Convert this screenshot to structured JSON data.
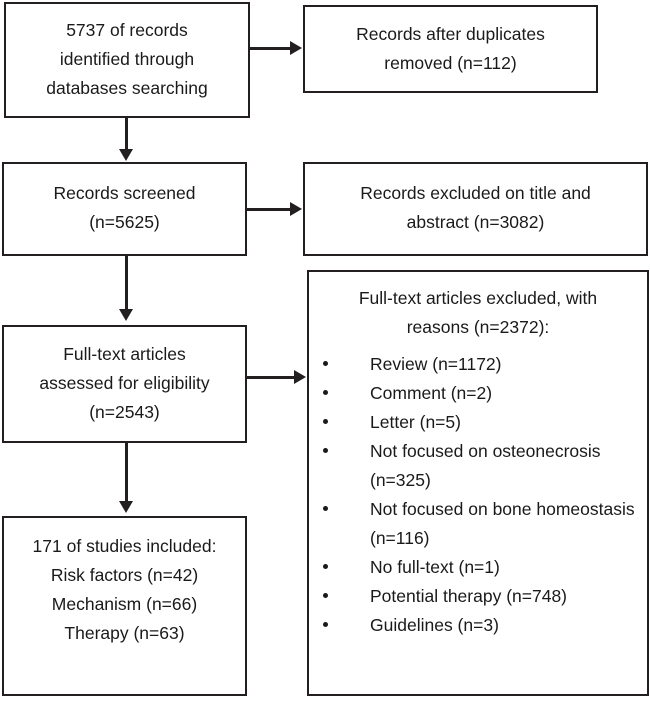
{
  "diagram": {
    "type": "prisma-flow-diagram",
    "stroke_color": "#231f20",
    "background_color": "#ffffff",
    "text_color": "#1a1a1a",
    "boxes": {
      "identified": "5737 of records\nidentified through\ndatabases searching",
      "duplicates_removed": "Records after duplicates\nremoved (n=112)",
      "screened": "Records screened\n(n=5625)",
      "excluded_title_abstract": "Records excluded on title and\nabstract (n=3082)",
      "fulltext_assessed": "Full-text articles\nassessed for eligibility\n(n=2543)",
      "studies_included": "171 of studies included:\nRisk factors (n=42)\nMechanism (n=66)\nTherapy (n=63)",
      "reasons_heading": "Full-text articles excluded, with\nreasons (n=2372):"
    },
    "exclusion_reasons": [
      "Review (n=1172)",
      "Comment (n=2)",
      "Letter (n=5)",
      "Not focused on osteonecrosis (n=325)",
      "Not focused on bone homeostasis (n=116)",
      "No full-text (n=1)",
      "Potential therapy (n=748)",
      "Guidelines (n=3)"
    ]
  }
}
